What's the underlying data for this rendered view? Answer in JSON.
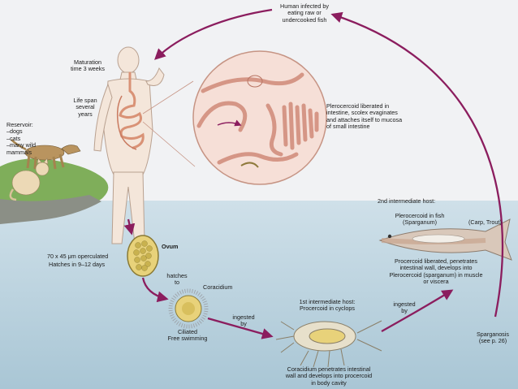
{
  "labels": {
    "human_infected": "Human infected by\neating raw or\nundercooked fish",
    "maturation": "Maturation\ntime 3 weeks",
    "life_span": "Life span\nseveral\nyears",
    "reservoir": "Reservoir:\n–dogs\n–cats\n–many wild\nmammals",
    "plerocercoid_liberated": "Plerocercoid liberated in\nintestine, scolex evaginates\nand attaches itself to mucosa\nof small intestine",
    "second_host": "2nd intermediate host:",
    "plerocercoid_fish": "Plerocercoid in fish\n(Sparganum)",
    "carp_trout": "(Carp, Trout)",
    "procercoid_liberated": "Procercoid liberated, penetrates\nintestinal wall, develops into\nPlerocercoid (sparganum) in muscle\nor viscera",
    "ovum": "Ovum",
    "ovum_size": "70 x 45 μm operculated",
    "hatches_days": "Hatches in 9–12 days",
    "hatches_to": "hatches\nto",
    "coracidium": "Coracidium",
    "ciliated": "Ciliated\nFree swimming",
    "ingested_by_1": "ingested\nby",
    "first_host": "1st intermediate host:\nProcercoid in cyclops",
    "ingested_by_2": "ingested\nby",
    "sparganosis": "Sparganosis\n(see p. 26)",
    "coracidium_penetrates": "Coracidium penetrates intestinal\nwall and develops into procercoid\nin body cavity"
  },
  "colors": {
    "arrow": "#8b1d5e",
    "water": "#c9dbe5",
    "skin": "#f3e3d6",
    "intestine": "#e9b79c",
    "egg": "#e8d27a"
  }
}
